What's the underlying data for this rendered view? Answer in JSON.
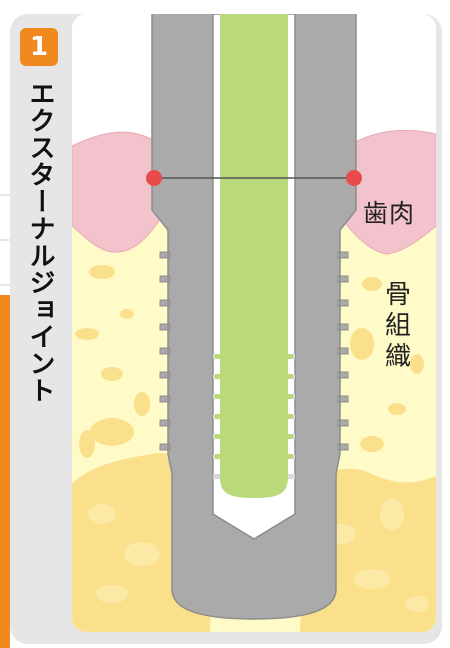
{
  "card": {
    "number": "1",
    "title": "エクスターナルジョイント"
  },
  "labels": {
    "gum": "歯肉",
    "bone": "骨組織"
  },
  "colors": {
    "accent": "#f08a1e",
    "gum": "#f2c3cc",
    "bone_light": "#fffbc8",
    "bone_dense": "#fbe08c",
    "implant": "#aaaaaa",
    "abutment_screw": "#b9d97a",
    "marker": "#e94a4a",
    "background": "#e6e6e6"
  }
}
